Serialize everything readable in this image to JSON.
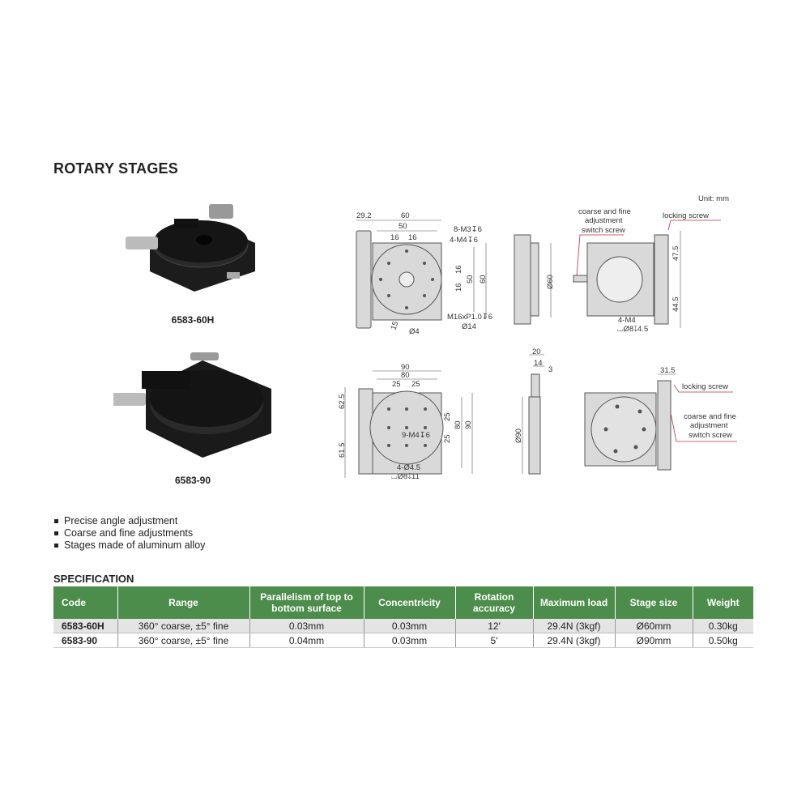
{
  "title": "ROTARY STAGES",
  "products": [
    {
      "model": "6583-60H"
    },
    {
      "model": "6583-90"
    }
  ],
  "features": [
    "Precise angle adjustment",
    "Coarse and fine adjustments",
    "Stages made of aluminum alloy"
  ],
  "drawings": {
    "unit": "Unit: mm",
    "d60": {
      "w292": "29.2",
      "w60": "60",
      "w50": "50",
      "s16a": "16",
      "s16b": "16",
      "m3": "8-M3↧6",
      "m4": "4-M4↧6",
      "v16a": "16",
      "v50": "50",
      "v60": "60",
      "v16b": "16",
      "thread": "M16xP1.0↧6",
      "d14": "Ø14",
      "l15": "15",
      "d4": "Ø4"
    },
    "side60": {
      "d60": "Ø60"
    },
    "bottom60": {
      "coarse1": "coarse and fine",
      "coarse2": "adjustment",
      "coarse3": "switch screw",
      "lock": "locking screw",
      "h475": "47.5",
      "h445": "44.5",
      "m4": "4-M4",
      "cb": "⌴Ø8↧4.5"
    },
    "d90": {
      "w90": "90",
      "w80": "80",
      "s25a": "25",
      "s25b": "25",
      "h625": "62.5",
      "h615": "61.5",
      "v25a": "25",
      "v80": "80",
      "v90": "90",
      "v25b": "25",
      "m4": "9-M4↧6",
      "holes": "4-Ø4.5",
      "cb": "⌴Ø8↧11"
    },
    "side90": {
      "t20": "20",
      "t14": "14",
      "t3": "3",
      "d90": "Ø90"
    },
    "bottom90": {
      "w315": "31.5",
      "lock": "locking screw",
      "coarse1": "coarse and fine",
      "coarse2": "adjustment",
      "coarse3": "switch screw"
    }
  },
  "spec": {
    "title": "SPECIFICATION",
    "headers": [
      "Code",
      "Range",
      "Parallelism of top to bottom surface",
      "Concentricity",
      "Rotation accuracy",
      "Maximum load",
      "Stage size",
      "Weight"
    ],
    "rows": [
      [
        "6583-60H",
        "360° coarse, ±5° fine",
        "0.03mm",
        "0.03mm",
        "12′",
        "29.4N (3kgf)",
        "Ø60mm",
        "0.30kg"
      ],
      [
        "6583-90",
        "360° coarse, ±5° fine",
        "0.04mm",
        "0.03mm",
        "5′",
        "29.4N (3kgf)",
        "Ø90mm",
        "0.50kg"
      ]
    ]
  },
  "colors": {
    "header_green": "#4c8d4c"
  }
}
